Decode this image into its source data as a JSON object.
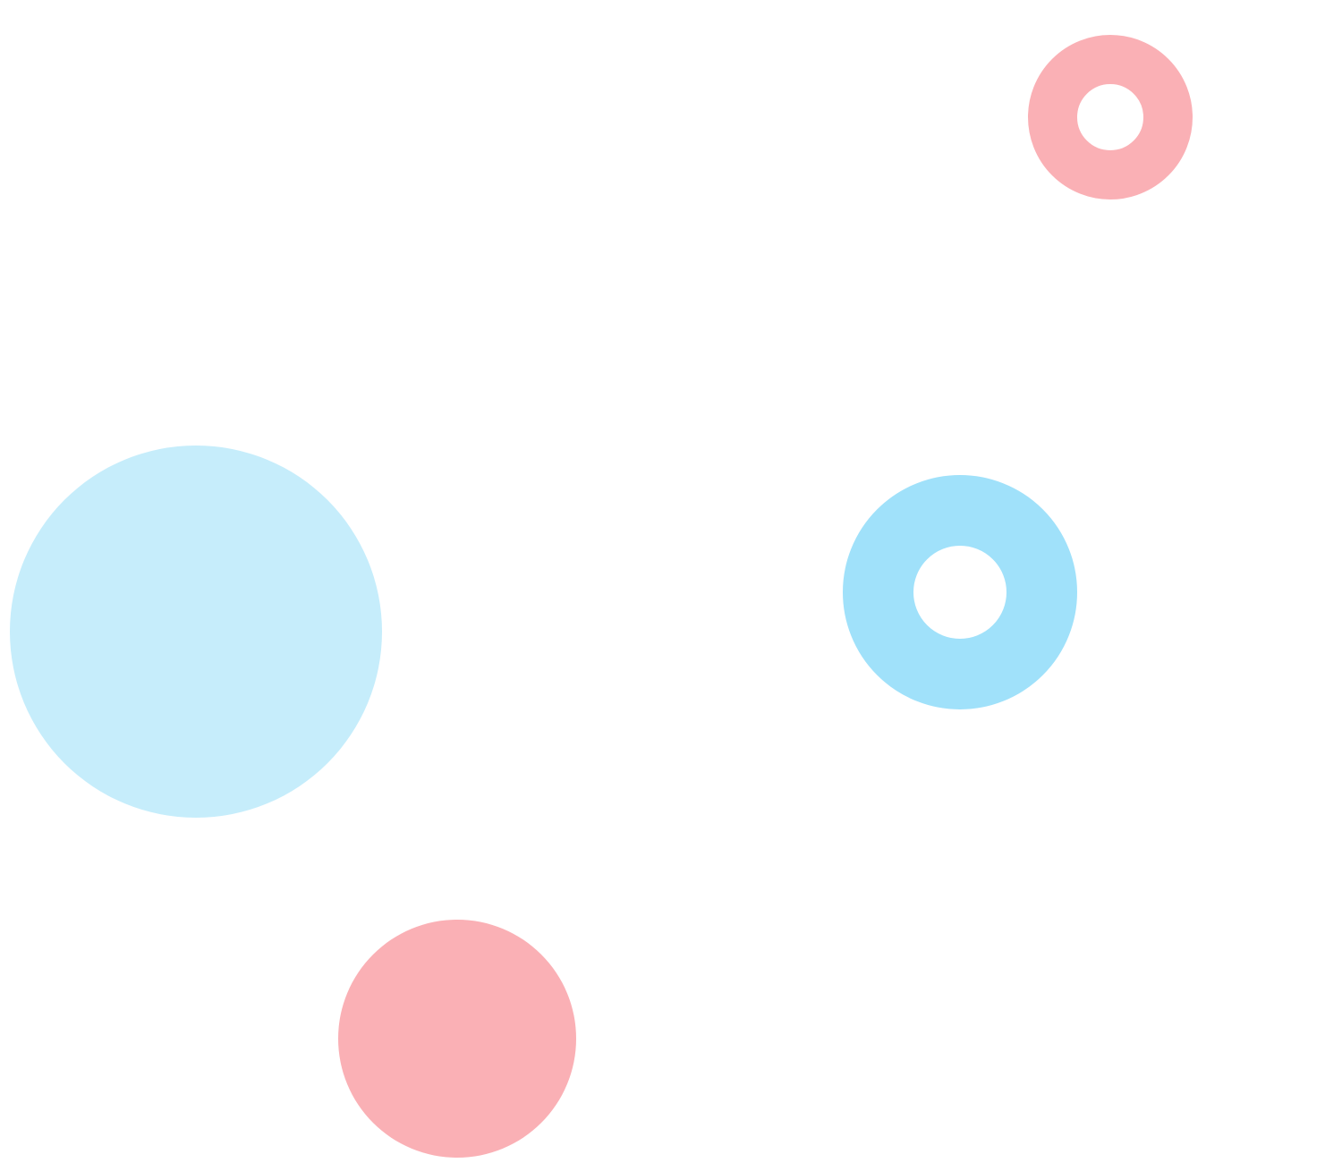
{
  "colors": {
    "background": "#ffffff",
    "pink": "#fab0b5",
    "blue_ring": "#a0e1fa",
    "blue_disc": "#c6edfb"
  },
  "shapes": [
    {
      "id": "ring-pink",
      "kind": "ring",
      "color_key": "pink"
    },
    {
      "id": "ring-blue",
      "kind": "ring",
      "color_key": "blue_ring"
    },
    {
      "id": "disc-blue",
      "kind": "disc",
      "color_key": "blue_disc"
    },
    {
      "id": "disc-pink",
      "kind": "disc",
      "color_key": "pink"
    }
  ]
}
